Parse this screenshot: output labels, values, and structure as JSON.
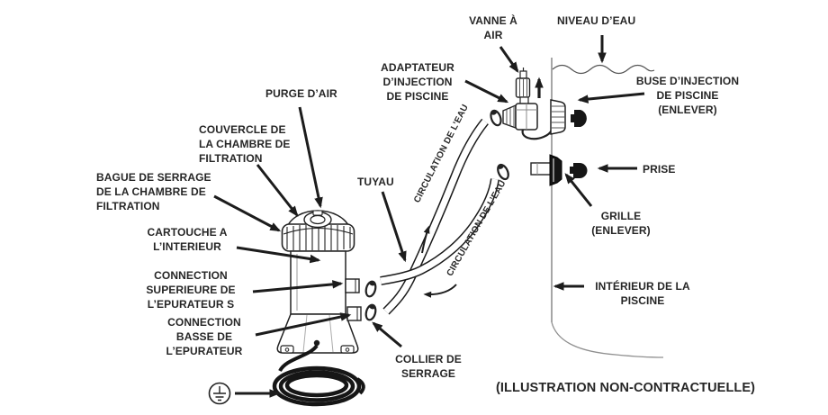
{
  "diagram": {
    "labels": {
      "purge_air": "PURGE D’AIR",
      "couvercle": "COUVERCLE DE\nLA CHAMBRE DE\nFILTRATION",
      "bague": "BAGUE DE SERRAGE\nDE LA CHAMBRE DE\nFILTRATION",
      "cartouche": "CARTOUCHE A\nL’INTERIEUR",
      "connection_superieure": "CONNECTION\nSUPERIEURE DE\nL’EPURATEUR S",
      "connection_basse": "CONNECTION\nBASSE DE\nL’EPURATEUR",
      "tuyau": "TUYAU",
      "collier": "COLLIER DE\nSERRAGE",
      "vanne_air": "VANNE À\nAIR",
      "niveau_eau": "NIVEAU D’EAU",
      "adaptateur": "ADAPTATEUR\nD’INJECTION\nDE PISCINE",
      "buse": "BUSE D’INJECTION\nDE PISCINE\n(ENLEVER)",
      "prise": "PRISE",
      "grille": "GRILLE\n(ENLEVER)",
      "interieur": "INTÉRIEUR DE LA\nPISCINE",
      "circulation_eau_1": "CIRCULATION DE L’EAU",
      "circulation_eau_2": "CIRCULATION DE L’EAU",
      "note": "(ILLUSTRATION NON-CONTRACTUELLE)"
    },
    "colors": {
      "ink": "#262626",
      "line_art": "#222222",
      "arrow": "#1c1c1c",
      "wall_gray": "#8f8f8f",
      "background": "#ffffff"
    }
  }
}
